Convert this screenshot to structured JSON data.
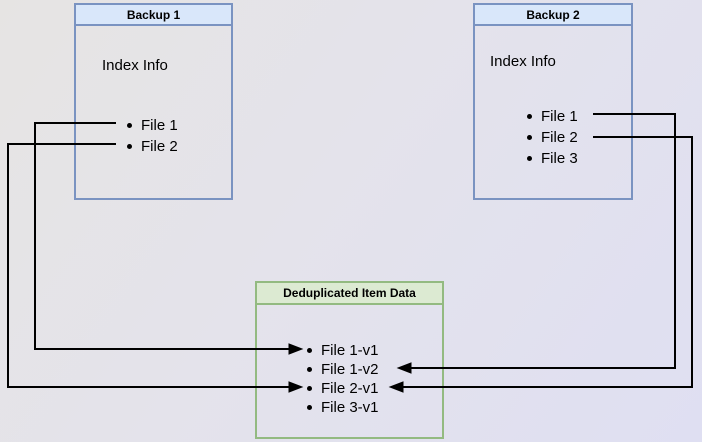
{
  "backup1": {
    "title": "Backup 1",
    "body_label": "Index Info",
    "items": [
      "File 1",
      "File 2"
    ]
  },
  "backup2": {
    "title": "Backup 2",
    "body_label": "Index Info",
    "items": [
      "File 1",
      "File 2",
      "File 3"
    ]
  },
  "dedup": {
    "title": "Deduplicated Item Data",
    "items": [
      "File 1-v1",
      "File 1-v2",
      "File 2-v1",
      "File 3-v1"
    ]
  },
  "connections": [
    {
      "from": "Backup 1 / File 1",
      "to": "File 1-v1"
    },
    {
      "from": "Backup 1 / File 2",
      "to": "File 2-v1"
    },
    {
      "from": "Backup 2 / File 1",
      "to": "File 1-v2"
    },
    {
      "from": "Backup 2 / File 2",
      "to": "File 2-v1"
    }
  ],
  "colors": {
    "backup_box_fill": "#d9e7fa",
    "backup_box_stroke": "#7a93c1",
    "dedup_box_fill": "#dcead2",
    "dedup_box_stroke": "#93ba81",
    "connector": "#000000"
  }
}
